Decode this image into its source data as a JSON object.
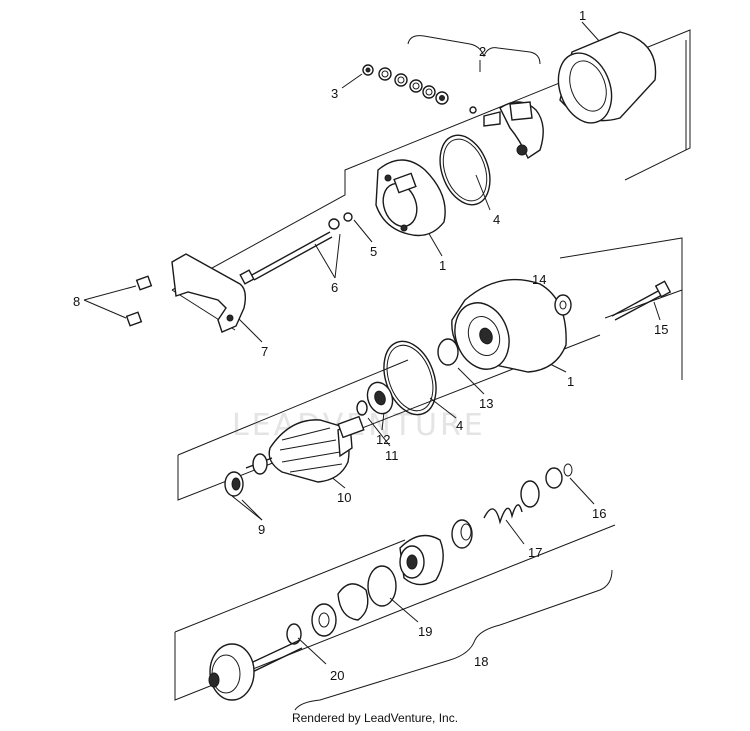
{
  "diagram": {
    "callouts": [
      "1",
      "2",
      "3",
      "4",
      "5",
      "1",
      "6",
      "7",
      "8",
      "14",
      "15",
      "1",
      "13",
      "4",
      "12",
      "11",
      "10",
      "9",
      "16",
      "17",
      "18",
      "19",
      "20"
    ],
    "watermark": "LEADVENTURE",
    "credit": "Rendered by LeadVenture, Inc."
  },
  "colors": {
    "line": "#1a1a1a",
    "background": "#ffffff",
    "watermark": "#e4e4e4"
  }
}
